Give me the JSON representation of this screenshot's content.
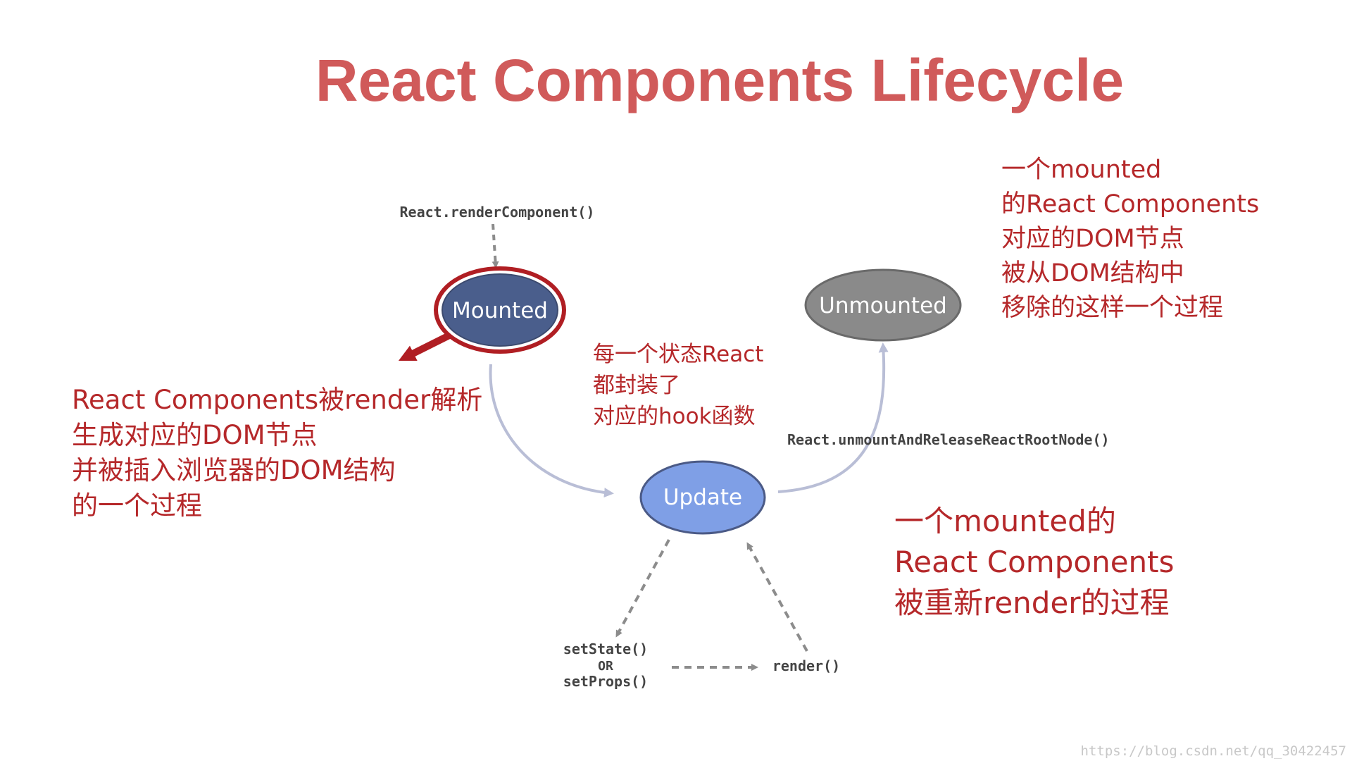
{
  "title": "React Components Lifecycle",
  "states": {
    "mounted": "Mounted",
    "unmounted": "Unmounted",
    "update": "Update"
  },
  "calls": {
    "render_component": "React.renderComponent()",
    "unmount": "React.unmountAndReleaseReactRootNode()",
    "set_state": "setState()",
    "or": "OR",
    "set_props": "setProps()",
    "render": "render()"
  },
  "annotations": {
    "mount_desc": [
      "React Components被render解析",
      "生成对应的DOM节点",
      "并被插入浏览器的DOM结构",
      "的一个过程"
    ],
    "state_hook": [
      "每一个状态React",
      "都封装了",
      "对应的hook函数"
    ],
    "unmount_desc": [
      "一个mounted",
      "的React Components",
      "对应的DOM节点",
      "被从DOM结构中",
      "移除的这样一个过程"
    ],
    "update_desc": [
      "一个mounted的",
      "React Components",
      "被重新render的过程"
    ]
  },
  "watermark": "https://blog.csdn.net/qq_30422457",
  "colors": {
    "title": "#d05a5a",
    "annotation": "#b5282a",
    "mounted_fill": "#4a5e8c",
    "mounted_ring": "#b01e23",
    "unmounted_fill": "#8a8a8a",
    "update_fill": "#7f9fe6",
    "flow_arrow": "#b9bed6",
    "dashed_arrow": "#8c8c8c"
  }
}
